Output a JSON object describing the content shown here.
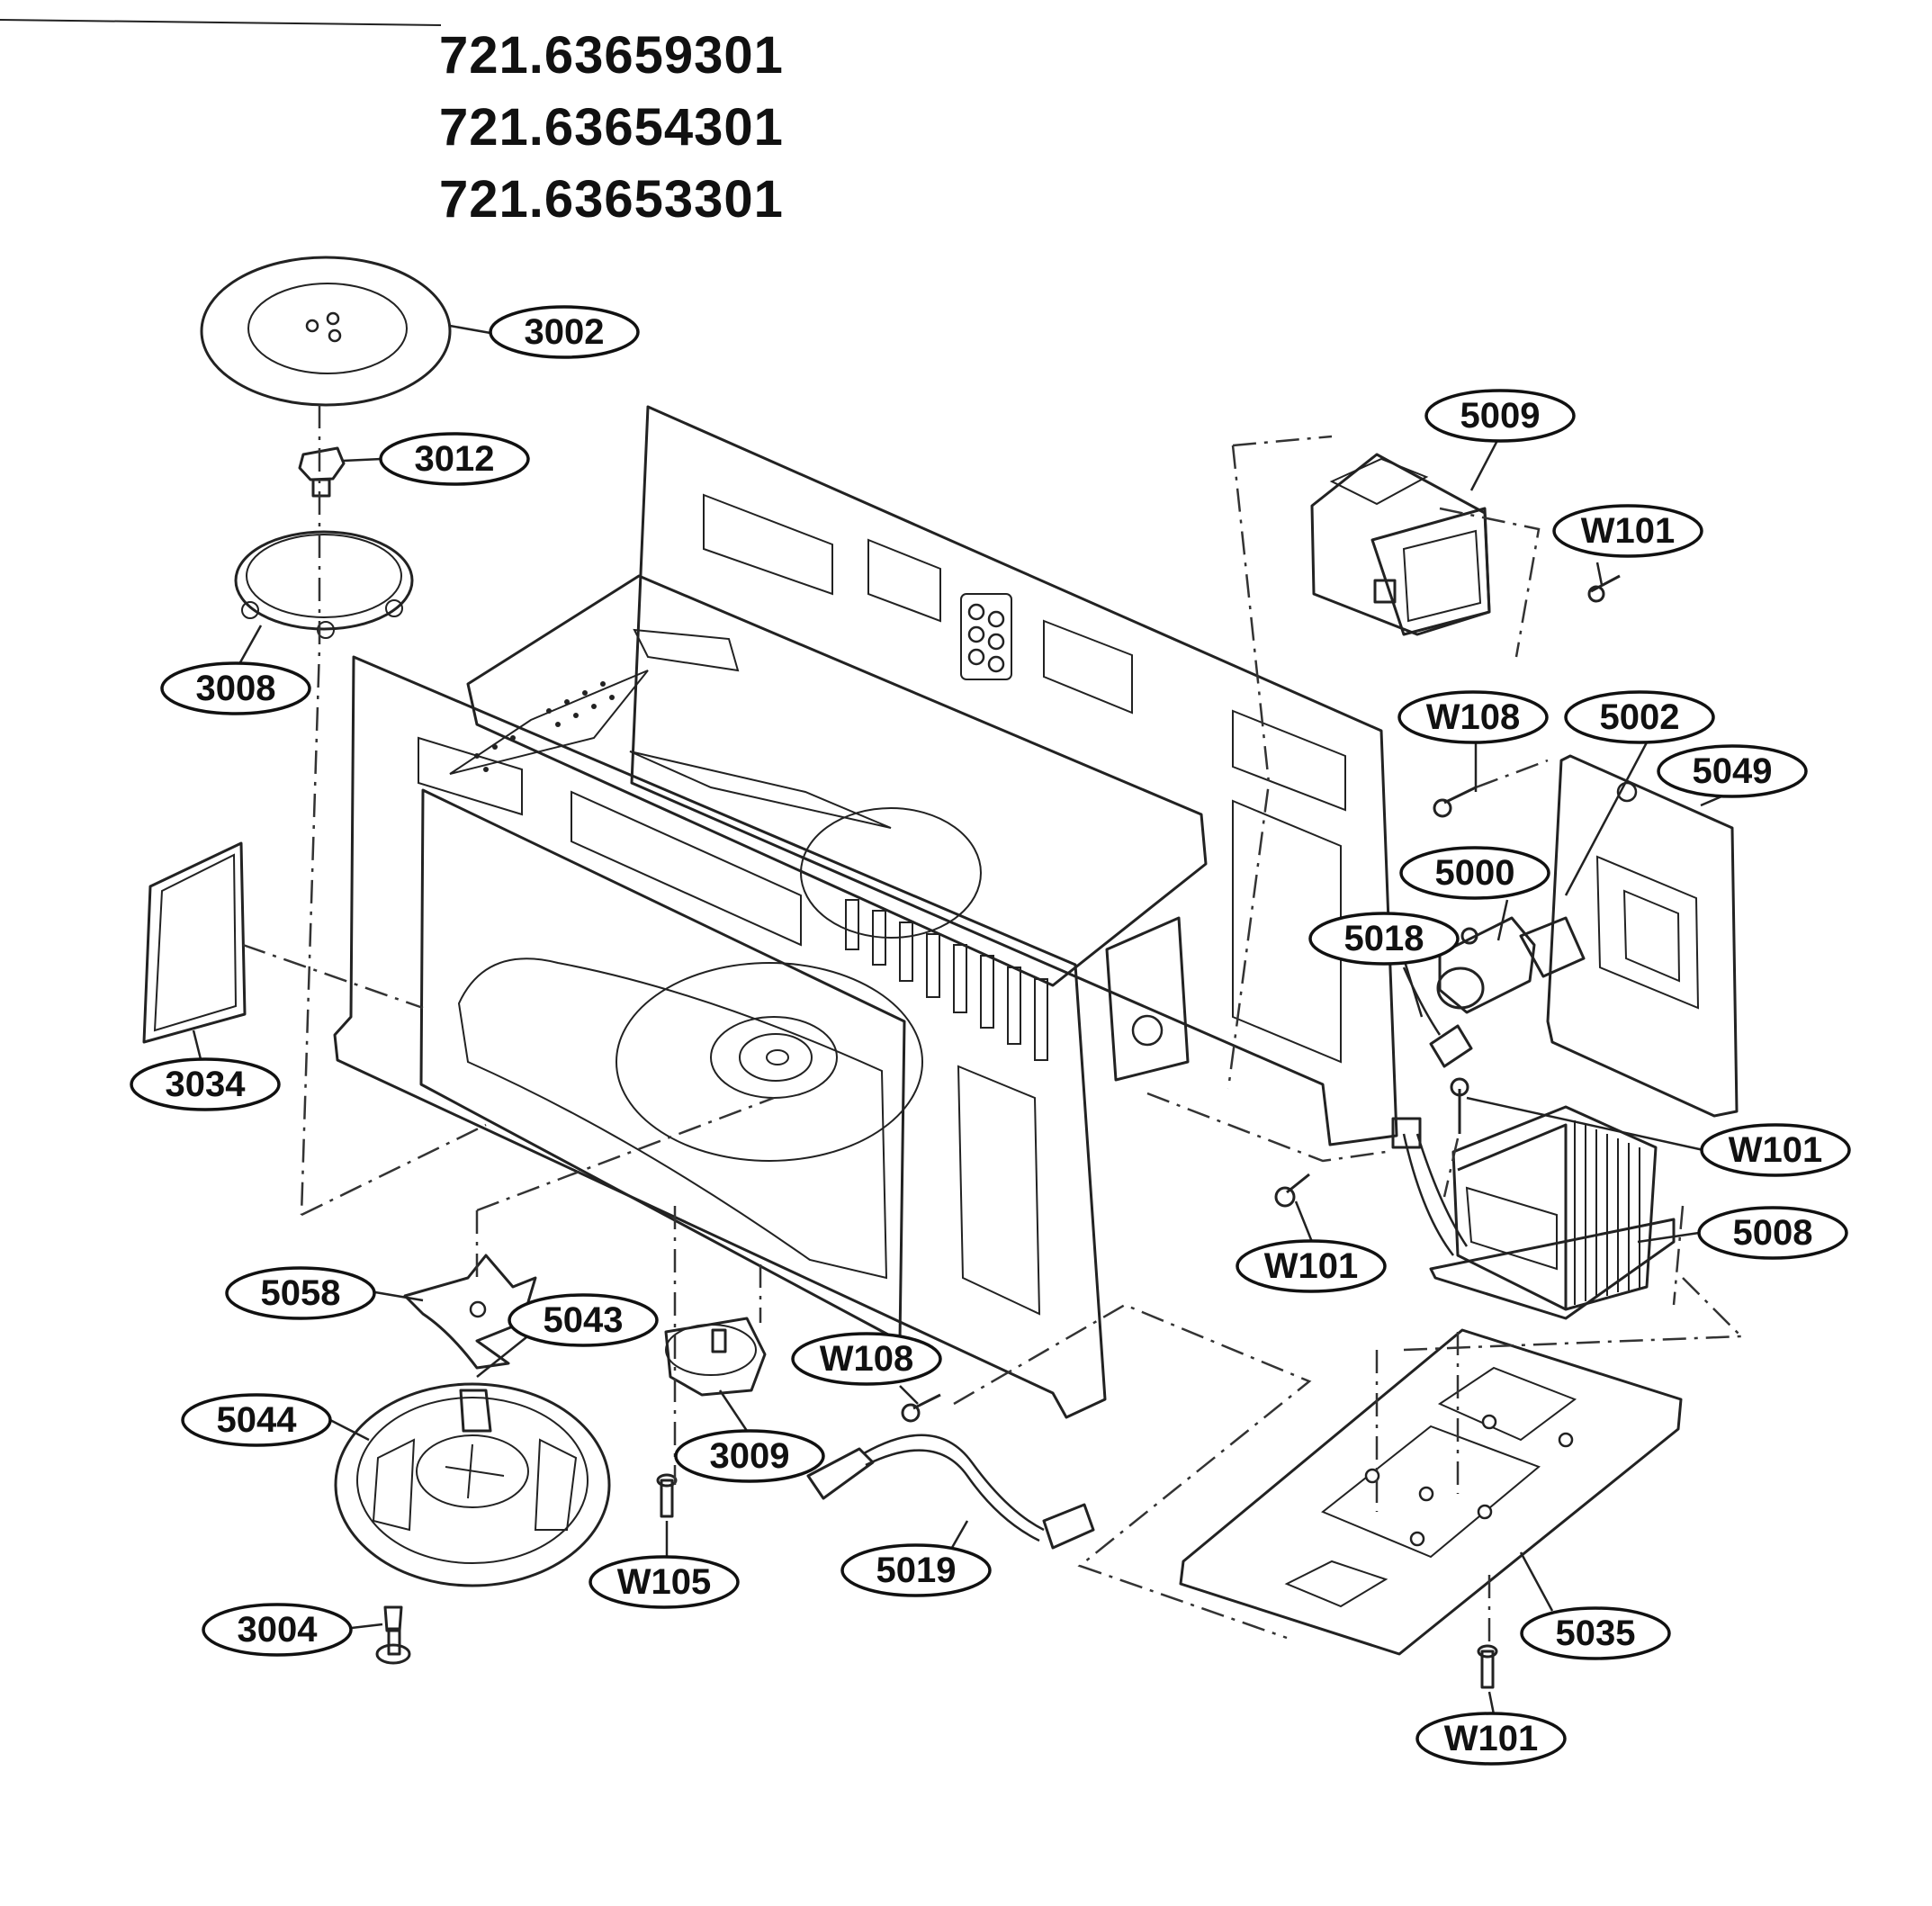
{
  "header": {
    "model_numbers": [
      "721.63659301",
      "721.63654301",
      "721.63653301"
    ]
  },
  "callouts": {
    "c3002": "3002",
    "c3012": "3012",
    "c3008": "3008",
    "c3034": "3034",
    "c5009": "5009",
    "c5049": "5049",
    "c5002": "5002",
    "c5000": "5000",
    "c5018": "5018",
    "c5008": "5008",
    "c5058": "5058",
    "c5043": "5043",
    "c5044": "5044",
    "c3009": "3009",
    "c3004": "3004",
    "c5019": "5019",
    "c5035": "5035",
    "w101_top": "W101",
    "w108_right": "W108",
    "w101_mid": "W101",
    "w101_lower": "W101",
    "w108_bottom": "W108",
    "w105": "W105",
    "w101_bottom": "W101"
  }
}
